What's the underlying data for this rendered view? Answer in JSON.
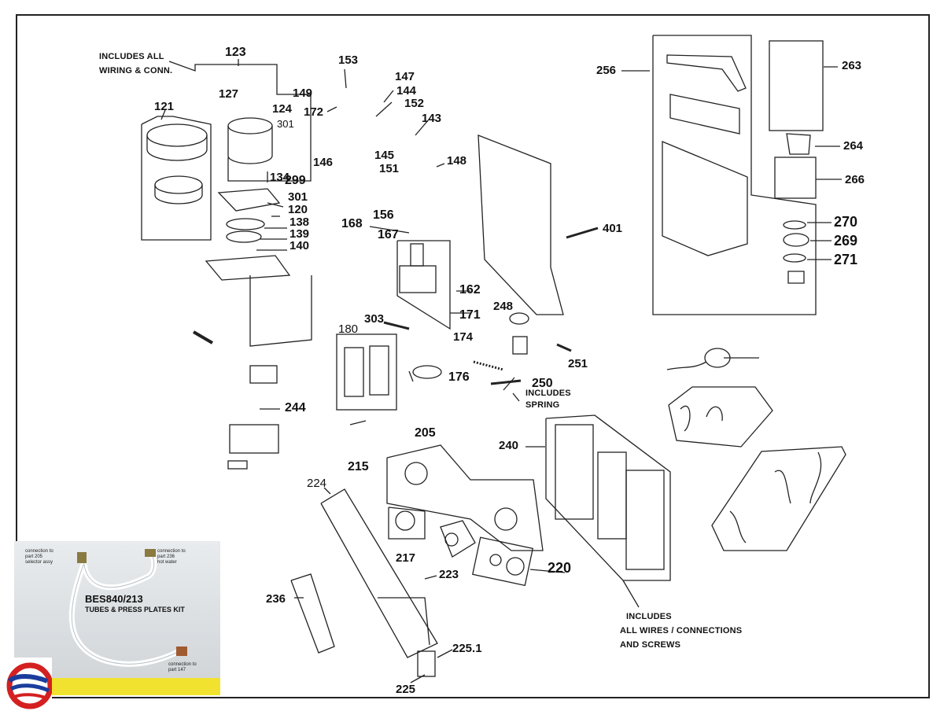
{
  "parts": {
    "p123": "123",
    "p121": "121",
    "p127": "127",
    "p124": "124",
    "p301a": "301",
    "p134": "134",
    "p146": "146",
    "p299": "299",
    "p301b": "301",
    "p120": "120",
    "p138": "138",
    "p139": "139",
    "p140": "140",
    "p153": "153",
    "p149": "149",
    "p147": "147",
    "p144": "144",
    "p172": "172",
    "p152": "152",
    "p143": "143",
    "p145": "145",
    "p151": "151",
    "p148": "148",
    "p156": "156",
    "p168": "168",
    "p167": "167",
    "p162": "162",
    "p171": "171",
    "p303": "303",
    "p180": "180",
    "p174": "174",
    "p176": "176",
    "p248": "248",
    "p250": "250",
    "p251": "251",
    "p244": "244",
    "p401": "401",
    "p256": "256",
    "p263": "263",
    "p264": "264",
    "p266": "266",
    "p270": "270",
    "p269": "269",
    "p271": "271",
    "p205": "205",
    "p240": "240",
    "p215": "215",
    "p224": "224",
    "p217": "217",
    "p223": "223",
    "p220": "220",
    "p236": "236",
    "p2251": "225.1",
    "p225": "225"
  },
  "notes": {
    "wiring_line1": "INCLUDES ALL",
    "wiring_line2": "WIRING  & CONN.",
    "spring_line1": "INCLUDES",
    "spring_line2": "SPRING",
    "wires_line1": "INCLUDES",
    "wires_line2": "ALL WIRES / CONNECTIONS",
    "wires_line3": "AND SCREWS"
  },
  "photo": {
    "title_line1": "BES840/213",
    "title_line2": "TUBES & PRESS PLATES KIT",
    "label_205_a": "connection to",
    "label_205_b": "part 205",
    "label_205_c": "selector assy",
    "label_236_a": "connection to",
    "label_236_b": "part 236",
    "label_236_c": "hot water",
    "label_147_a": "connection to",
    "label_147_b": "part 147"
  },
  "colors": {
    "line": "#222222",
    "ruler": "#f2e230",
    "logo_red": "#d42020",
    "logo_blue": "#1a3d9c"
  }
}
